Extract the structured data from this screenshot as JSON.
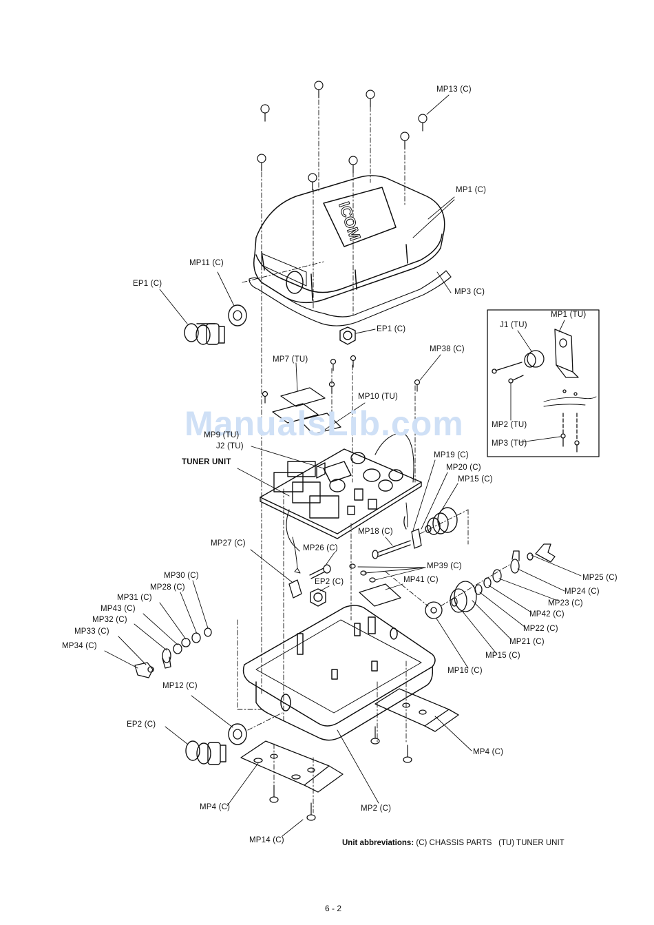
{
  "watermark": "ManualsLib.com",
  "logo_text": "ICOM",
  "labels": {
    "mp13_c": "MP13 (C)",
    "mp1_c": "MP1 (C)",
    "mp11_c": "MP11 (C)",
    "ep1_c_left": "EP1 (C)",
    "mp3_c": "MP3 (C)",
    "ep1_c": "EP1 (C)",
    "mp38_c": "MP38 (C)",
    "mp7_tu": "MP7 (TU)",
    "mp10_tu": "MP10 (TU)",
    "mp9_tu": "MP9 (TU)",
    "j2_tu": "J2 (TU)",
    "tuner_unit": "TUNER UNIT",
    "mp1_tu": "MP1 (TU)",
    "j1_tu": "J1 (TU)",
    "mp2_tu": "MP2 (TU)",
    "mp3_tu": "MP3 (TU)",
    "mp19_c": "MP19 (C)",
    "mp20_c": "MP20 (C)",
    "mp15_c_top": "MP15 (C)",
    "mp18_c": "MP18 (C)",
    "mp27_c": "MP27 (C)",
    "mp26_c": "MP26 (C)",
    "mp39_c": "MP39 (C)",
    "mp41_c": "MP41 (C)",
    "ep2_c": "EP2 (C)",
    "mp30_c": "MP30 (C)",
    "mp28_c": "MP28 (C)",
    "mp31_c": "MP31 (C)",
    "mp43_c": "MP43 (C)",
    "mp32_c": "MP32 (C)",
    "mp33_c": "MP33 (C)",
    "mp34_c": "MP34 (C)",
    "mp25_c": "MP25 (C)",
    "mp24_c": "MP24 (C)",
    "mp23_c": "MP23 (C)",
    "mp42_c": "MP42 (C)",
    "mp22_c": "MP22 (C)",
    "mp21_c": "MP21 (C)",
    "mp15_c_bottom": "MP15 (C)",
    "mp16_c": "MP16 (C)",
    "mp12_c": "MP12 (C)",
    "ep2_c_left": "EP2 (C)",
    "mp4_c_right": "MP4 (C)",
    "mp4_c_left": "MP4 (C)",
    "mp2_c": "MP2 (C)",
    "mp14_c": "MP14 (C)"
  },
  "footer": {
    "abbr_key": "Unit abbreviations:",
    "abbr_values": "(C) CHASSIS PARTS   (TU) TUNER UNIT",
    "page_number": "6 - 2"
  }
}
